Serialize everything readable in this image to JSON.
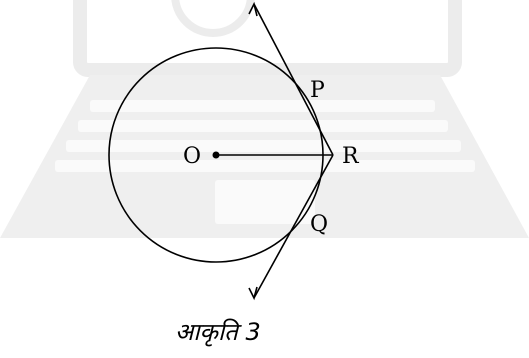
{
  "figure": {
    "caption": "आकृति 3",
    "labels": {
      "center": "O",
      "tangent_point_upper": "P",
      "external_point": "R",
      "tangent_point_lower": "Q"
    }
  },
  "colors": {
    "ink": "#000000",
    "watermark": "#ececec",
    "background": "#ffffff"
  }
}
